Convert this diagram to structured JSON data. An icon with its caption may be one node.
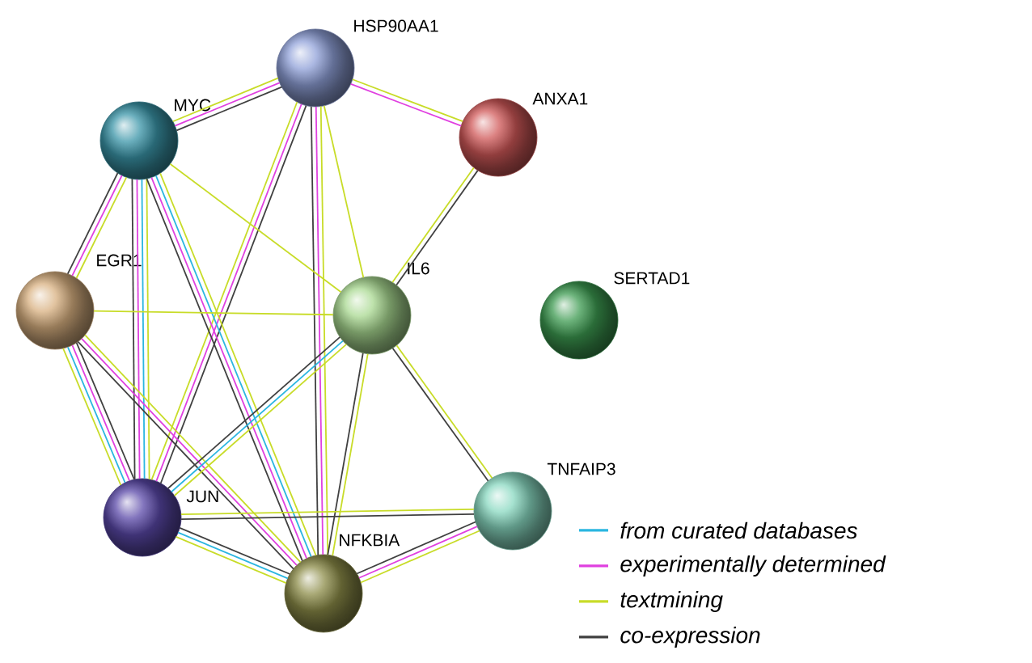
{
  "diagram": {
    "nodes": [
      {
        "text": [
          "HSP90AA1"
        ]
      },
      {
        "text": [
          "MYC"
        ]
      },
      {
        "text": [
          "ANXA1"
        ]
      },
      {
        "text": [
          "EGR1"
        ]
      },
      {
        "text": [
          "IL6"
        ]
      },
      {
        "text": [
          "SERTAD1"
        ]
      },
      {
        "text": [
          "JUN"
        ]
      },
      {
        "text": [
          "TNFAIP3"
        ]
      },
      {
        "text": [
          "NFKBIA"
        ]
      }
    ],
    "edges": [
      {
        "from": 0,
        "to": 1,
        "arrow": "none",
        "color": "#c8dc28"
      },
      {
        "from": 0,
        "to": 1,
        "arrow": "none",
        "color": "#e040e0"
      },
      {
        "from": 0,
        "to": 1,
        "arrow": "none",
        "color": "#404040"
      },
      {
        "from": 0,
        "to": 2,
        "arrow": "none",
        "color": "#e040e0"
      },
      {
        "from": 0,
        "to": 2,
        "arrow": "none",
        "color": "#c8dc28"
      },
      {
        "from": 0,
        "to": 6,
        "arrow": "none",
        "color": "#c8dc28"
      },
      {
        "from": 0,
        "to": 6,
        "arrow": "none",
        "color": "#e040e0"
      },
      {
        "from": 0,
        "to": 6,
        "arrow": "none",
        "color": "#404040"
      },
      {
        "from": 0,
        "to": 8,
        "arrow": "none",
        "color": "#404040"
      },
      {
        "from": 0,
        "to": 8,
        "arrow": "none",
        "color": "#e040e0"
      },
      {
        "from": 0,
        "to": 8,
        "arrow": "none",
        "color": "#c8dc28"
      },
      {
        "from": 0,
        "to": 4,
        "arrow": "none",
        "color": "#c8dc28"
      },
      {
        "from": 1,
        "to": 3,
        "arrow": "none",
        "color": "#404040"
      },
      {
        "from": 1,
        "to": 3,
        "arrow": "none",
        "color": "#e040e0"
      },
      {
        "from": 1,
        "to": 3,
        "arrow": "none",
        "color": "#c8dc28"
      },
      {
        "from": 1,
        "to": 6,
        "arrow": "none",
        "color": "#404040"
      },
      {
        "from": 1,
        "to": 6,
        "arrow": "none",
        "color": "#e040e0"
      },
      {
        "from": 1,
        "to": 6,
        "arrow": "none",
        "color": "#2bb6e0"
      },
      {
        "from": 1,
        "to": 6,
        "arrow": "none",
        "color": "#c8dc28"
      },
      {
        "from": 1,
        "to": 8,
        "arrow": "none",
        "color": "#404040"
      },
      {
        "from": 1,
        "to": 8,
        "arrow": "none",
        "color": "#e040e0"
      },
      {
        "from": 1,
        "to": 8,
        "arrow": "none",
        "color": "#2bb6e0"
      },
      {
        "from": 1,
        "to": 8,
        "arrow": "none",
        "color": "#c8dc28"
      },
      {
        "from": 1,
        "to": 4,
        "arrow": "none",
        "color": "#c8dc28"
      },
      {
        "from": 2,
        "to": 4,
        "arrow": "none",
        "color": "#c8dc28"
      },
      {
        "from": 2,
        "to": 4,
        "arrow": "none",
        "color": "#404040"
      },
      {
        "from": 3,
        "to": 4,
        "arrow": "none",
        "color": "#c8dc28"
      },
      {
        "from": 3,
        "to": 6,
        "arrow": "none",
        "color": "#c8dc28"
      },
      {
        "from": 3,
        "to": 6,
        "arrow": "none",
        "color": "#2bb6e0"
      },
      {
        "from": 3,
        "to": 6,
        "arrow": "none",
        "color": "#e040e0"
      },
      {
        "from": 3,
        "to": 6,
        "arrow": "none",
        "color": "#404040"
      },
      {
        "from": 3,
        "to": 8,
        "arrow": "none",
        "color": "#404040"
      },
      {
        "from": 3,
        "to": 8,
        "arrow": "none",
        "color": "#e040e0"
      },
      {
        "from": 3,
        "to": 8,
        "arrow": "none",
        "color": "#c8dc28"
      },
      {
        "from": 4,
        "to": 6,
        "arrow": "none",
        "color": "#404040"
      },
      {
        "from": 4,
        "to": 6,
        "arrow": "none",
        "color": "#2bb6e0"
      },
      {
        "from": 4,
        "to": 6,
        "arrow": "none",
        "color": "#c8dc28"
      },
      {
        "from": 4,
        "to": 8,
        "arrow": "none",
        "color": "#404040"
      },
      {
        "from": 4,
        "to": 8,
        "arrow": "none",
        "color": "#c8dc28"
      },
      {
        "from": 4,
        "to": 7,
        "arrow": "none",
        "color": "#404040"
      },
      {
        "from": 4,
        "to": 7,
        "arrow": "none",
        "color": "#c8dc28"
      },
      {
        "from": 6,
        "to": 7,
        "arrow": "none",
        "color": "#404040"
      },
      {
        "from": 6,
        "to": 7,
        "arrow": "none",
        "color": "#c8dc28"
      },
      {
        "from": 6,
        "to": 8,
        "arrow": "none",
        "color": "#c8dc28"
      },
      {
        "from": 6,
        "to": 8,
        "arrow": "none",
        "color": "#2bb6e0"
      },
      {
        "from": 6,
        "to": 8,
        "arrow": "none",
        "color": "#404040"
      },
      {
        "from": 8,
        "to": 7,
        "arrow": "none",
        "color": "#404040"
      },
      {
        "from": 8,
        "to": 7,
        "arrow": "none",
        "color": "#e040e0"
      },
      {
        "from": 8,
        "to": 7,
        "arrow": "none",
        "color": "#c8dc28"
      }
    ],
    "legend": [
      {
        "text": "from curated databases",
        "color": "#2bb6e0"
      },
      {
        "text": "experimentally determined",
        "color": "#e040e0"
      },
      {
        "text": "textmining",
        "color": "#c8dc28"
      },
      {
        "text": "co-expression",
        "color": "#404040"
      }
    ]
  }
}
